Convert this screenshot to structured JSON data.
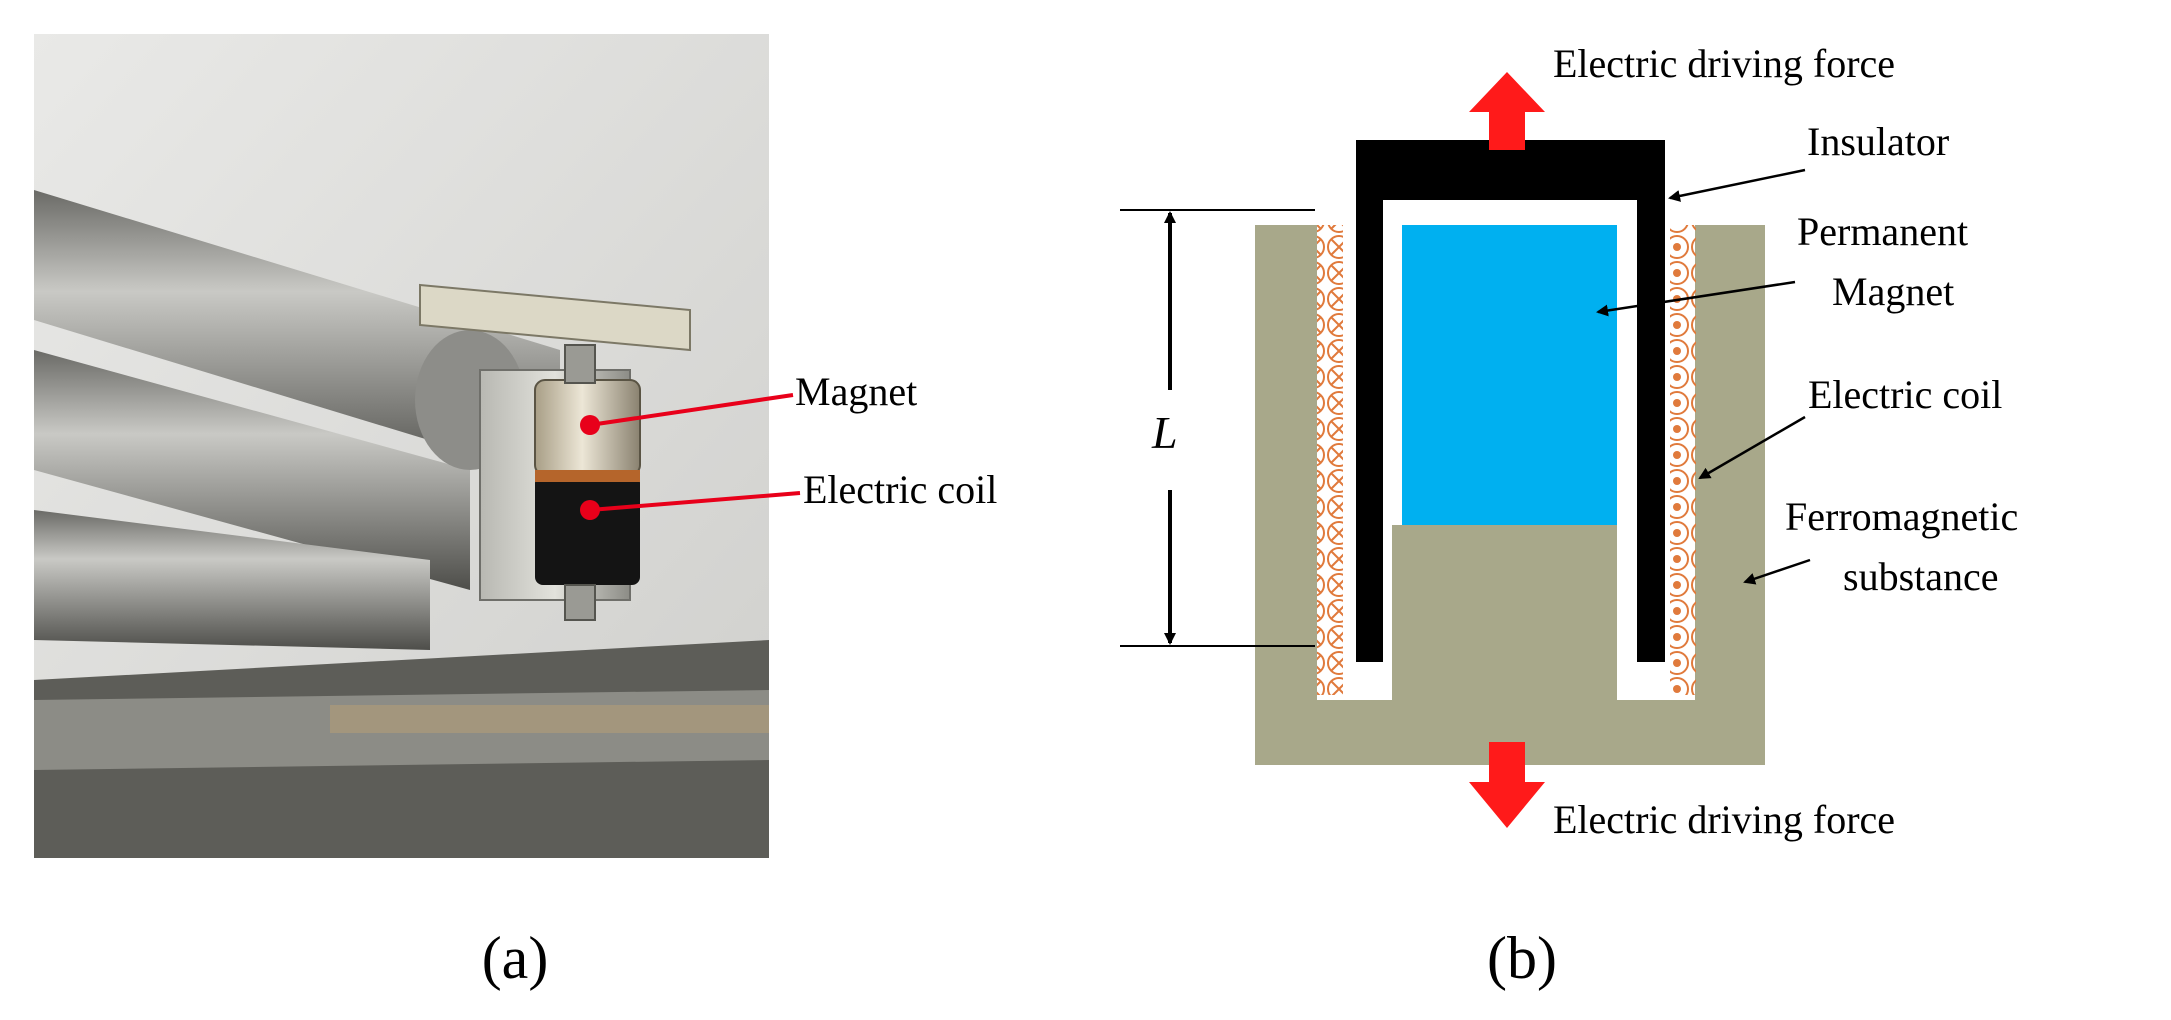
{
  "panel_a": {
    "sublabel": "(a)",
    "callouts": {
      "magnet": "Magnet",
      "coil": "Electric coil"
    }
  },
  "panel_b": {
    "sublabel": "(b)",
    "labels": {
      "force_top": "Electric driving force",
      "insulator": "Insulator",
      "permanent_1": "Permanent",
      "permanent_2": "Magnet",
      "coil": "Electric coil",
      "ferro_1": "Ferromagnetic",
      "ferro_2": "substance",
      "force_bottom": "Electric driving force",
      "length": "L"
    }
  },
  "colors": {
    "ferromagnetic": "#a8a88a",
    "magnet": "#00b0f0",
    "insulator": "#000000",
    "arrow": "#ff1a1a",
    "coil": "#e07a3c",
    "callout": "#e8001a"
  }
}
